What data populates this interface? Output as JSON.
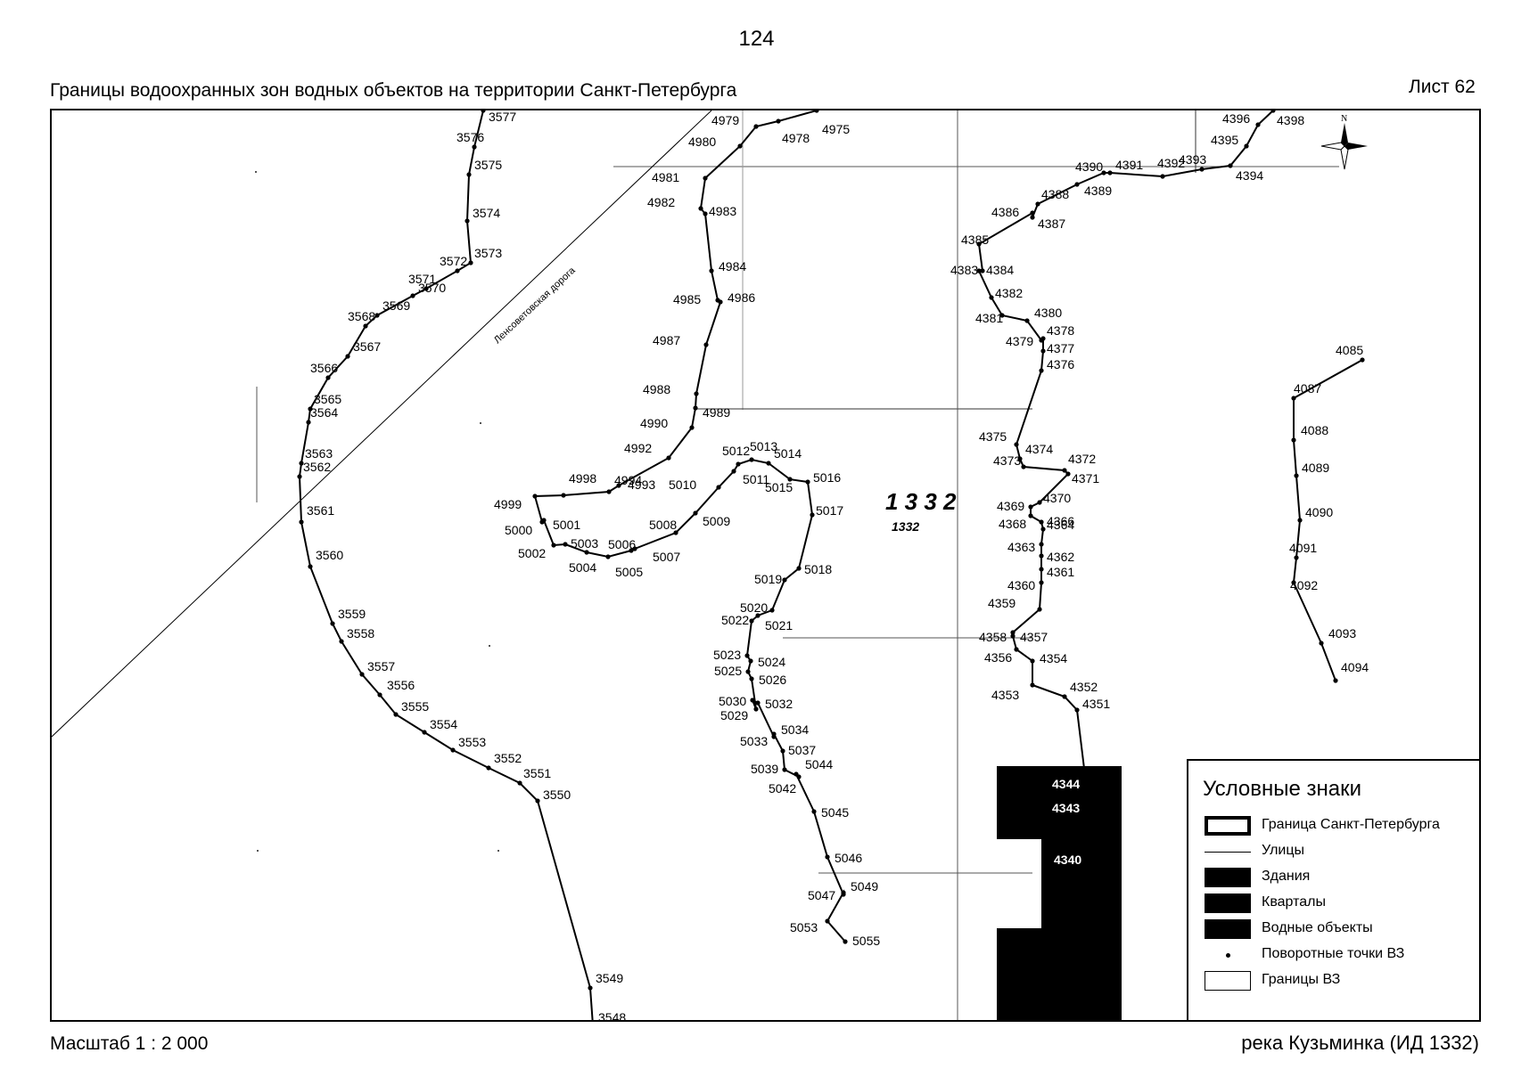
{
  "page_number": "124",
  "title": "Границы водоохранных зон водных объектов на территории Санкт-Петербурга",
  "sheet": "Лист 62",
  "scale": "Масштаб 1 : 2 000",
  "river": "река Кузьминка (ИД 1332)",
  "zone_label_large": "1 3 3 2",
  "zone_label_small": "1332",
  "road_name": "Ленсоветовская дорога",
  "north_label": "N",
  "legend": {
    "title": "Условные знаки",
    "items": [
      {
        "label": "Граница Санкт-Петербурга",
        "symbol": "spb-border"
      },
      {
        "label": "Улицы",
        "symbol": "streets"
      },
      {
        "label": "Здания",
        "symbol": "buildings"
      },
      {
        "label": "Кварталы",
        "symbol": "blocks"
      },
      {
        "label": "Водные объекты",
        "symbol": "water"
      },
      {
        "label": "Поворотные точки ВЗ",
        "symbol": "turning-points"
      },
      {
        "label": "Границы ВЗ",
        "symbol": "wpz-borders"
      }
    ]
  },
  "boundary_lines": [
    {
      "name": "line-3548-3577",
      "points": [
        "3548",
        "3549",
        "3550",
        "3551",
        "3552",
        "3553",
        "3554",
        "3555",
        "3556",
        "3557",
        "3558",
        "3559",
        "3560",
        "3561",
        "3562",
        "3563",
        "3564",
        "3565",
        "3566",
        "3567",
        "3568",
        "3569",
        "3570",
        "3571",
        "3572",
        "3573",
        "3574",
        "3575",
        "3576",
        "3577"
      ]
    },
    {
      "name": "line-4975-5055",
      "points": [
        "4975",
        "4978",
        "4979",
        "4980",
        "4981",
        "4982",
        "4983",
        "4984",
        "4985",
        "4986",
        "4987",
        "4988",
        "4989",
        "4990",
        "4992",
        "4993",
        "4994",
        "4998",
        "4999",
        "5000",
        "5001",
        "5002",
        "5003",
        "5004",
        "5005",
        "5006",
        "5007",
        "5008",
        "5009",
        "5010",
        "5011",
        "5012",
        "5013",
        "5014",
        "5015",
        "5016",
        "5017",
        "5018",
        "5019",
        "5020",
        "5021",
        "5022",
        "5023",
        "5024",
        "5025",
        "5026",
        "5029",
        "5030",
        "5032",
        "5033",
        "5034",
        "5037",
        "5039",
        "5042",
        "5044",
        "5045",
        "5046",
        "5047",
        "5049",
        "5053",
        "5055"
      ]
    },
    {
      "name": "line-4340-4398",
      "points": [
        "4340",
        "4343",
        "4344",
        "4351",
        "4352",
        "4353",
        "4354",
        "4356",
        "4357",
        "4358",
        "4359",
        "4360",
        "4361",
        "4362",
        "4363",
        "4364",
        "4366",
        "4368",
        "4369",
        "4370",
        "4371",
        "4372",
        "4373",
        "4374",
        "4375",
        "4376",
        "4377",
        "4378",
        "4379",
        "4380",
        "4381",
        "4382",
        "4383",
        "4384",
        "4385",
        "4386",
        "4387",
        "4388",
        "4389",
        "4390",
        "4391",
        "4392",
        "4393",
        "4394",
        "4395",
        "4396",
        "4398"
      ]
    },
    {
      "name": "line-4085-4094",
      "points": [
        "4085",
        "4087",
        "4088",
        "4089",
        "4090",
        "4091",
        "4092",
        "4093",
        "4094"
      ]
    }
  ]
}
